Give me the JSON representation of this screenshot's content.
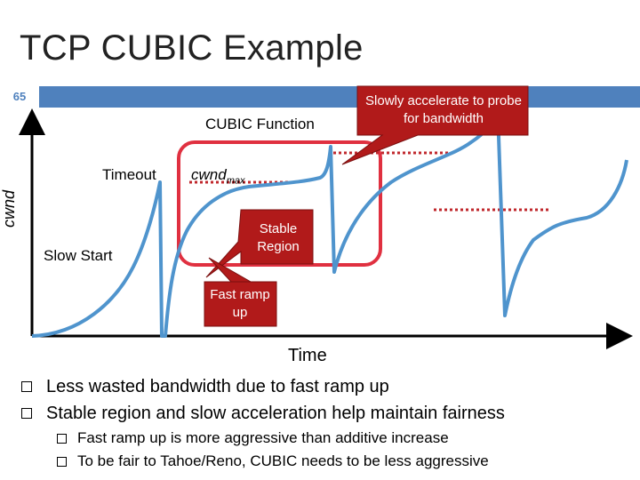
{
  "slide": {
    "title": "TCP CUBIC Example",
    "number": "65"
  },
  "diagram": {
    "y_axis_label": "cwnd",
    "x_axis_label": "Time",
    "labels": {
      "cubic_function": "CUBIC Function",
      "timeout": "Timeout",
      "cwnd": "cwnd",
      "max_sub": "max",
      "slow_start": "Slow Start"
    },
    "callouts": {
      "slow_accel": "Slowly accelerate to probe for bandwidth",
      "stable": "Stable Region",
      "fast": "Fast ramp up"
    },
    "colors": {
      "curve": "#4f94cd",
      "axis": "#000000",
      "highlight": "#e03040",
      "callout_fill": "#b11a1a",
      "dotted": "#c0282d",
      "bar": "#4f81bd"
    }
  },
  "bullets": [
    {
      "text": "Less wasted bandwidth due to fast ramp up",
      "sub": []
    },
    {
      "text": "Stable region and slow acceleration help maintain fairness",
      "sub": [
        "Fast ramp up is more aggressive than additive increase",
        "To be fair to Tahoe/Reno, CUBIC needs to be less aggressive"
      ]
    }
  ]
}
